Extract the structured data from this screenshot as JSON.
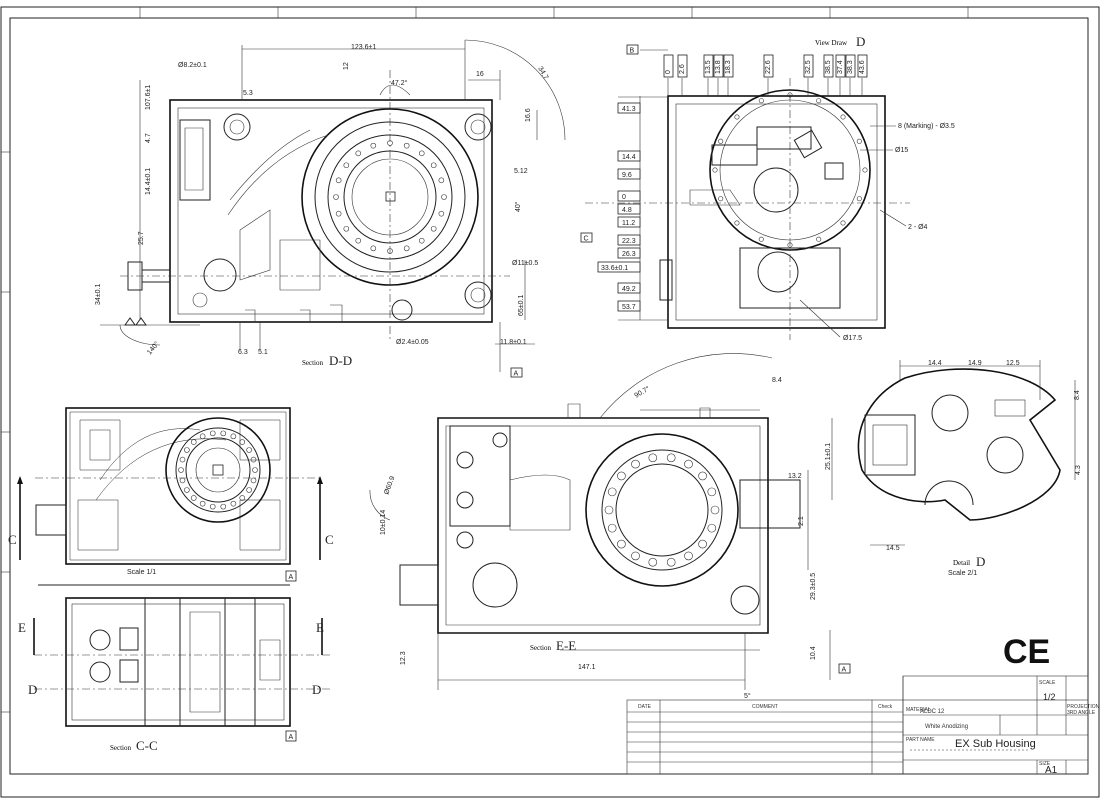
{
  "drawing": {
    "views": {
      "dd": {
        "section_word": "Section",
        "section_letters": "D-D"
      },
      "view_d": {
        "label": "View Draw",
        "letter": "D"
      },
      "ee": {
        "section_word": "Section",
        "section_letters": "E-E"
      },
      "cc": {
        "section_word": "Section",
        "section_letters": "C-C"
      },
      "scale_top_left": "Scale  1/1",
      "detail": {
        "label": "Detail",
        "letter": "D",
        "scale": "Scale  2/1"
      }
    },
    "cut_markers": {
      "c": "C",
      "e": "E",
      "d": "D"
    },
    "datums": {
      "a": "A",
      "b": "B"
    },
    "dims_dd": {
      "d_123_6": "123.6±1",
      "d_phi82": "Ø8.2±0.1",
      "d_53": "5.3",
      "d_472": "47.2°",
      "d_16": "16",
      "d_347": "34.7",
      "d_107": "107.6±1",
      "d_47": "4.7",
      "d_144": "14.4±0.1",
      "d_257": "25.7",
      "d_340": "34±0.1",
      "d_166": "16.6",
      "d_512": "5.12",
      "d_40": "40°",
      "d_phi11": "Ø11±0.5",
      "d_650": "65±0.1",
      "d_11b": "11.8±0.1",
      "d_phi24": "Ø2.4±0.05",
      "d_63": "6.3",
      "d_51": "5.1",
      "d_140": "140°",
      "d_12": "12"
    },
    "dims_view_d": {
      "top": [
        "0",
        "2.6",
        "13.5",
        "13.8",
        "18.3",
        "22.6",
        "32.5",
        "38.5",
        "37.4",
        "38.3",
        "43.6"
      ],
      "left": [
        "41.3",
        "14.4",
        "9.6",
        "0",
        "4.8",
        "11.2",
        "22.3",
        "26.3",
        "33.6±0.1",
        "49.2",
        "53.7"
      ],
      "marking": "8 (Marking) - Ø3.5",
      "phi15": "Ø15",
      "two_phi4": "2 - Ø4",
      "phi175": "Ø17.5"
    },
    "dims_ee": {
      "d_907": "90.7°",
      "d_84": "8.4",
      "d_phi60": "Ø60.9",
      "d_1014": "10±0.14",
      "d_132": "13.2",
      "d_21": "2.1",
      "d_293": "29.3±0.5",
      "d_104": "10.4",
      "d_1471": "147.1",
      "d_123": "12.3",
      "d_5": "5°"
    },
    "dims_detail": {
      "d_144": "14.4",
      "d_149": "14.9",
      "d_125": "12.5",
      "d_84": "8.4",
      "d_251": "25.1±0.1",
      "d_43": "4.3",
      "d_145": "14.5"
    },
    "ce_mark": "CE",
    "title_block": {
      "col_date": "DATE",
      "col_comment": "COMMENT",
      "col_check": "Check",
      "material_label": "MATERIAL",
      "material": "ALDC 12",
      "finish": "White Anodizing",
      "part_name_label": "PART NAME",
      "part_name": "EX Sub Housing",
      "scale_label": "SCALE",
      "scale": "1/2",
      "projection_label": "PROJECTION",
      "projection": "3RD ANGLE",
      "size_label": "SIZE",
      "size": "A1"
    }
  }
}
